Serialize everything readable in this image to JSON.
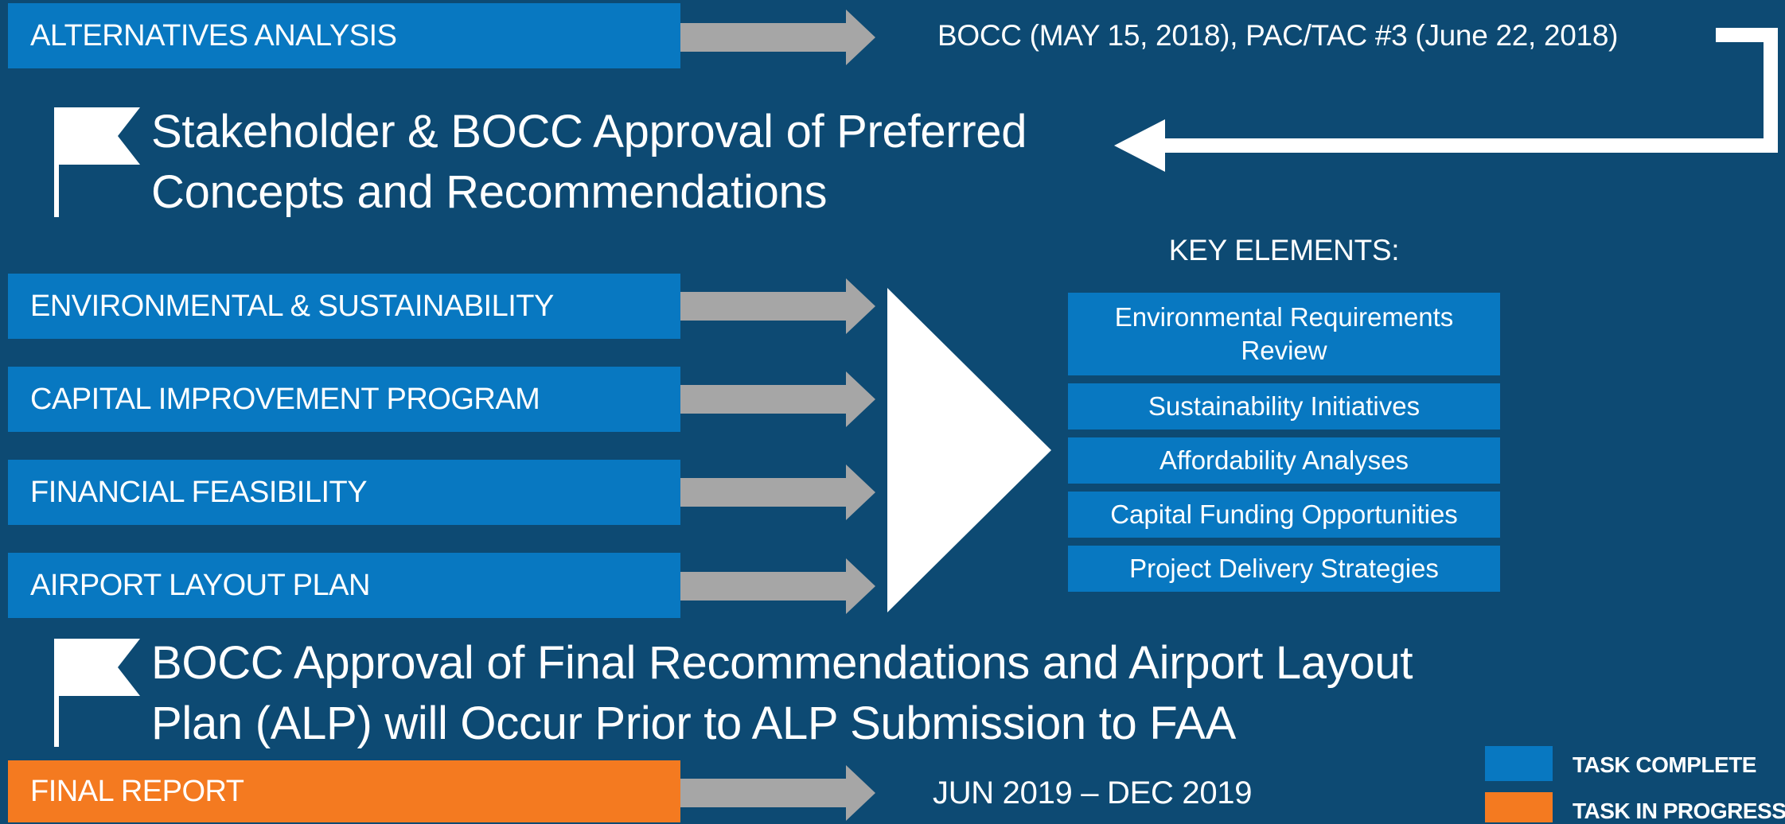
{
  "tasks": {
    "alternatives": "ALTERNATIVES ANALYSIS",
    "environmental": "ENVIRONMENTAL & SUSTAINABILITY",
    "capital": "CAPITAL IMPROVEMENT PROGRAM",
    "financial": "FINANCIAL FEASIBILITY",
    "alp": "AIRPORT LAYOUT PLAN",
    "final_report": "FINAL REPORT"
  },
  "meetings_text": "BOCC (MAY 15, 2018), PAC/TAC #3 (June 22, 2018)",
  "milestone1": {
    "line1": "Stakeholder & BOCC Approval of Preferred",
    "line2": "Concepts and Recommendations"
  },
  "key_elements": {
    "title": "KEY ELEMENTS:",
    "items": [
      "Environmental Requirements Review",
      "Sustainability Initiatives",
      "Affordability Analyses",
      "Capital Funding Opportunities",
      "Project Delivery Strategies"
    ]
  },
  "milestone2": {
    "line1": "BOCC Approval of Final Recommendations and Airport Layout",
    "line2": "Plan (ALP) will Occur Prior to ALP Submission to FAA"
  },
  "final_dates": "JUN 2019 – DEC 2019",
  "legend": {
    "complete": "TASK COMPLETE",
    "in_progress": "TASK IN PROGRESS"
  },
  "colors": {
    "background": "#0d4a73",
    "task_complete": "#0878c1",
    "task_in_progress": "#f47a20",
    "arrow": "#a6a6a6"
  },
  "icons": [
    "flag-icon",
    "right-arrow-icon",
    "return-arrow-icon",
    "triangle-icon"
  ]
}
